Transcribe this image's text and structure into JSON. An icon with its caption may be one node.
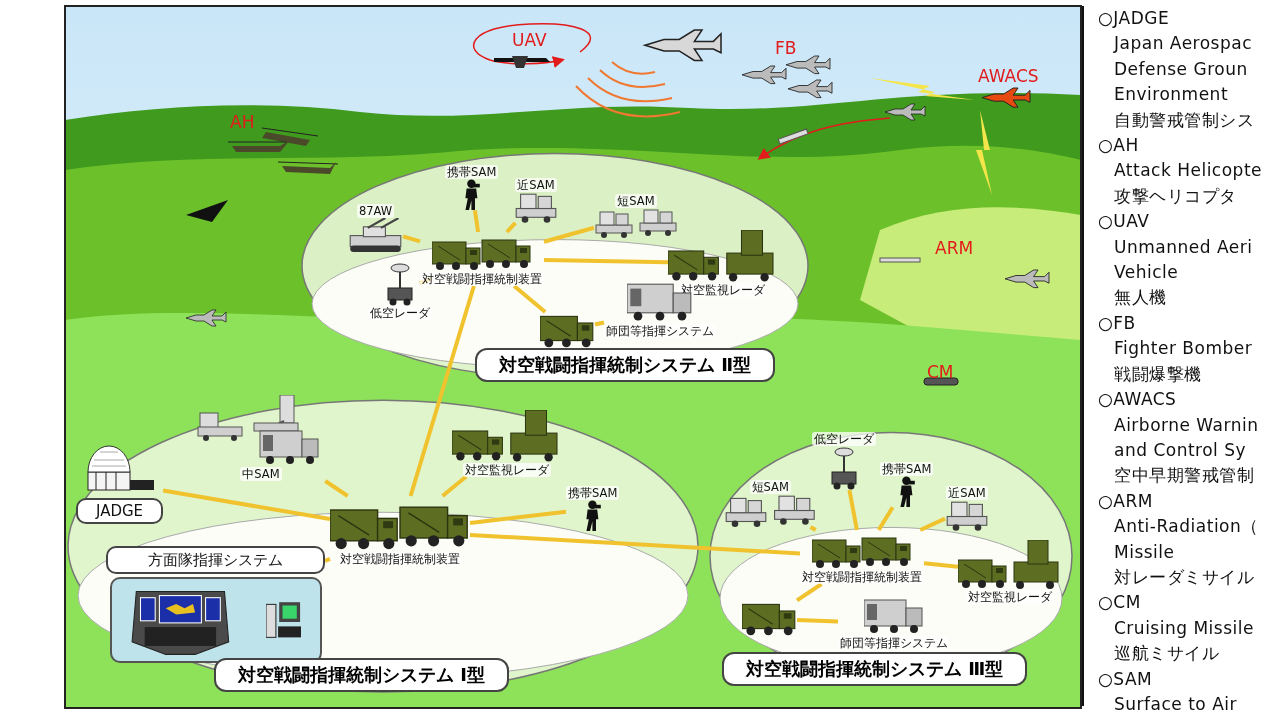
{
  "diagram": {
    "nodes": [
      {
        "text": [
          "対空戦闘指揮統制システム Ⅱ型"
        ]
      },
      {
        "text": [
          "携帯SAM"
        ],
        "in": 0
      },
      {
        "text": [
          "近SAM"
        ],
        "in": 0
      },
      {
        "text": [
          "短SAM"
        ],
        "in": 0
      },
      {
        "text": [
          "87AW"
        ],
        "in": 0
      },
      {
        "text": [
          "対空戦闘指揮統制装置"
        ],
        "in": 0
      },
      {
        "text": [
          "対空監視レーダ"
        ],
        "in": 0
      },
      {
        "text": [
          "低空レーダ"
        ],
        "in": 0
      },
      {
        "text": [],
        "shape": "picture",
        "in": 0
      },
      {
        "text": [
          "師団等指揮システム"
        ],
        "in": 0
      },
      {
        "text": [
          "対空戦闘指揮統制システム Ⅰ型"
        ]
      },
      {
        "text": [
          "中SAM"
        ],
        "in": 10
      },
      {
        "text": [
          "対空監視レーダ"
        ],
        "in": 10
      },
      {
        "text": [
          "携帯SAM"
        ],
        "in": 10
      },
      {
        "text": [
          "JADGE"
        ],
        "in": 10
      },
      {
        "text": [
          "方面隊指揮システム"
        ],
        "in": 10
      },
      {
        "text": [
          "対空戦闘指揮統制装置"
        ],
        "in": 10
      },
      {
        "text": [
          "対空戦闘指揮統制システム Ⅲ型"
        ]
      },
      {
        "text": [
          "低空レーダ"
        ],
        "in": 17
      },
      {
        "text": [
          "携帯SAM"
        ],
        "in": 17
      },
      {
        "text": [
          "短SAM"
        ],
        "in": 17
      },
      {
        "text": [
          "近SAM"
        ],
        "in": 17
      },
      {
        "text": [
          "対空戦闘指揮統制装置"
        ],
        "in": 17
      },
      {
        "text": [
          "対空監視レーダ"
        ],
        "in": 17
      },
      {
        "text": [],
        "shape": "picture",
        "in": 17
      },
      {
        "text": [
          "師団等指揮システム"
        ],
        "in": 17
      }
    ],
    "edges": [
      {
        "from": 5,
        "to": 4,
        "arrow": "none"
      },
      {
        "from": 5,
        "to": 1,
        "arrow": "none"
      },
      {
        "from": 5,
        "to": 2,
        "arrow": "none"
      },
      {
        "from": 5,
        "to": 3,
        "arrow": "none"
      },
      {
        "from": 5,
        "to": 6,
        "arrow": "none"
      },
      {
        "from": 5,
        "to": 7,
        "arrow": "none"
      },
      {
        "from": 5,
        "to": 8,
        "arrow": "none"
      },
      {
        "from": 8,
        "to": 9,
        "arrow": "none"
      },
      {
        "from": 16,
        "to": 14,
        "arrow": "none"
      },
      {
        "from": 16,
        "to": 11,
        "arrow": "none"
      },
      {
        "from": 16,
        "to": 12,
        "arrow": "none"
      },
      {
        "from": 16,
        "to": 13,
        "arrow": "none"
      },
      {
        "from": 16,
        "to": 15,
        "arrow": "none"
      },
      {
        "from": 16,
        "to": 5,
        "arrow": "none"
      },
      {
        "from": 16,
        "to": 22,
        "arrow": "none"
      },
      {
        "from": 22,
        "to": 20,
        "arrow": "none"
      },
      {
        "from": 22,
        "to": 18,
        "arrow": "none"
      },
      {
        "from": 22,
        "to": 19,
        "arrow": "none"
      },
      {
        "from": 22,
        "to": 21,
        "arrow": "none"
      },
      {
        "from": 22,
        "to": 23,
        "arrow": "none"
      },
      {
        "from": 22,
        "to": 24,
        "arrow": "none"
      },
      {
        "from": 24,
        "to": 25,
        "arrow": "none"
      }
    ],
    "labels": [
      "UAV",
      "FB",
      "AWACS",
      "AH",
      "ARM",
      "CM",
      "○JADGE",
      "Japan Aerospac",
      "Defense Groun",
      "Environment",
      "自動警戒管制シス",
      "○AH",
      "Attack Helicopte",
      "攻撃ヘリコプタ",
      "○UAV",
      "Unmanned Aeri",
      "Vehicle",
      "無人機",
      "○FB",
      "Fighter Bomber",
      "戦闘爆撃機",
      "○AWACS",
      "Airborne Warnin",
      "and Control Sy",
      "空中早期警戒管制",
      "○ARM",
      "Anti-Radiation（",
      "Missile",
      "対レーダミサイル",
      "○CM",
      "Cruising Missile",
      "巡航ミサイル",
      "○SAM",
      "Surface to Air"
    ]
  }
}
